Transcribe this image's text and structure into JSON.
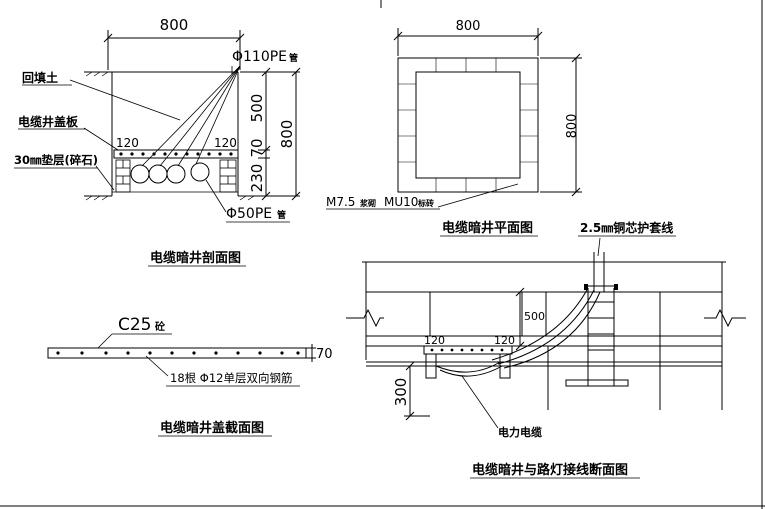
{
  "section_view": {
    "title": "电缆暗井剖面图",
    "width_dim": "800",
    "pipe_top_label": "Φ110PE",
    "pipe_top_suffix": "管",
    "backfill_label": "回填土",
    "cover_label": "电缆井盖板",
    "gravel_label": "30㎜垫层(碎石)",
    "left_120": "120",
    "right_120": "120",
    "dim_500": "500",
    "dim_230": "230",
    "dim_70": "70",
    "dim_800_vert": "800",
    "pipe_bottom_label": "Φ50PE",
    "pipe_bottom_suffix": "管"
  },
  "plan_view": {
    "title": "电缆暗井平面图",
    "width_dim": "800",
    "height_dim": "800",
    "material_label_a": "M7.5",
    "material_label_b": "浆砌",
    "material_label_c": "MU10",
    "material_label_d": "标砖"
  },
  "cover_view": {
    "title": "电缆暗井盖截面图",
    "concrete_label": "C25",
    "concrete_suffix": "砼",
    "rebar_label": "18根 Φ12单层双向钢筋",
    "thickness_dim": "70"
  },
  "connection_view": {
    "title": "电缆暗井与路灯接线断面图",
    "wire_label": "2.5㎜铜芯护套线",
    "dim_500": "500",
    "left_120": "120",
    "right_120": "120",
    "dim_300": "300",
    "cable_label": "电力电缆"
  }
}
